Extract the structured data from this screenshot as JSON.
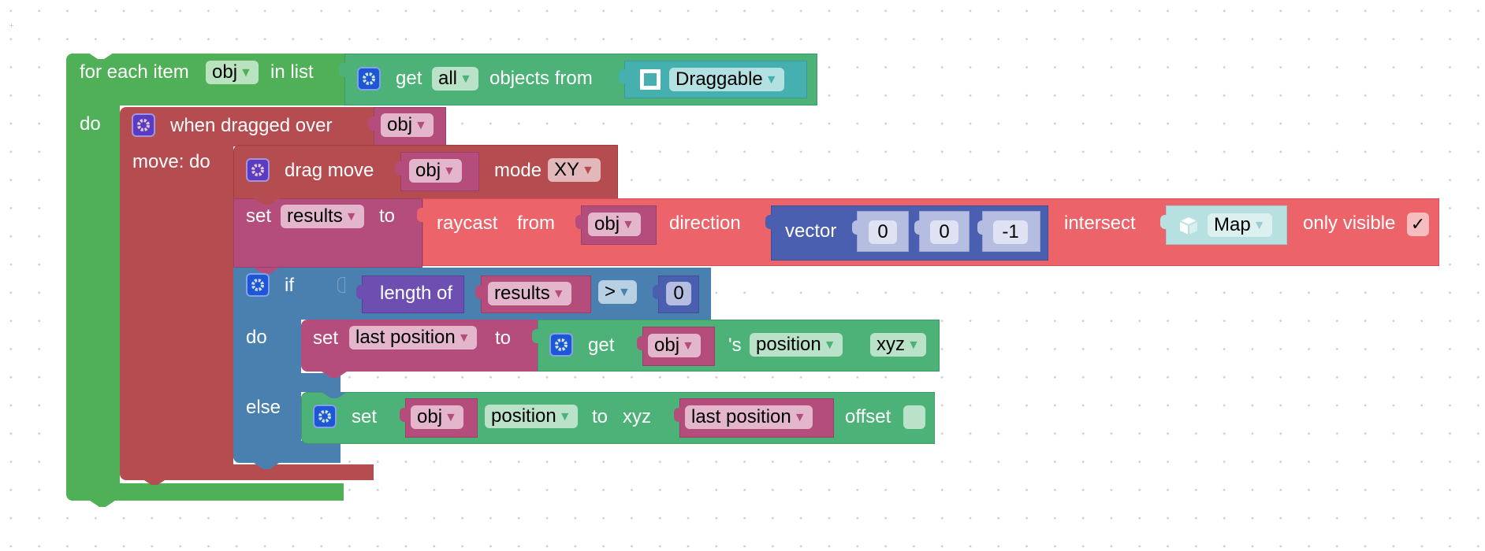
{
  "colors": {
    "loop_green": "#4fb058",
    "object_green": "#4db277",
    "event_red": "#b54c50",
    "var_magenta": "#b44d7b",
    "raycast_red": "#ec636a",
    "vector_blue": "#4a5fb0",
    "if_blue": "#4a80b0",
    "length_purple": "#6c4fb0",
    "teal": "#46b0b0",
    "map_teal": "#b7e0e0",
    "gear_blue": "#1e56d8",
    "gear_purple": "#5a3cc4"
  },
  "workspace": {
    "for_each": {
      "prefix": "for each item",
      "variable": "obj",
      "in_list": "in list",
      "do": "do"
    },
    "get_objects": {
      "get": "get",
      "scope": "all",
      "objects_from": "objects from",
      "group": "Draggable",
      "group_icon": "drag-frame-icon"
    },
    "when_dragged": {
      "label": "when dragged over",
      "variable": "obj",
      "move_do": "move: do"
    },
    "drag_move": {
      "label": "drag move",
      "variable": "obj",
      "mode_label": "mode",
      "mode": "XY"
    },
    "set_results": {
      "set": "set",
      "variable": "results",
      "to": "to"
    },
    "raycast": {
      "raycast": "raycast",
      "from": "from",
      "from_var": "obj",
      "direction": "direction",
      "vector_label": "vector",
      "vector": [
        "0",
        "0",
        "-1"
      ],
      "intersect": "intersect",
      "target": "Map",
      "target_icon": "cube-icon",
      "only_visible": "only visible",
      "only_visible_checked": true,
      "checkmark": "✓"
    },
    "if_block": {
      "if": "if",
      "length_of": "length of",
      "list_var": "results",
      "operator": ">",
      "compare_value": "0",
      "do": "do",
      "else": "else"
    },
    "set_last_position": {
      "set": "set",
      "variable": "last position",
      "to": "to",
      "get": "get",
      "obj": "obj",
      "possessive": "'s",
      "property": "position",
      "component": "xyz"
    },
    "set_position": {
      "set": "set",
      "obj": "obj",
      "property": "position",
      "to": "to",
      "component": "xyz",
      "value_var": "last position",
      "offset": "offset",
      "offset_checked": false
    }
  }
}
